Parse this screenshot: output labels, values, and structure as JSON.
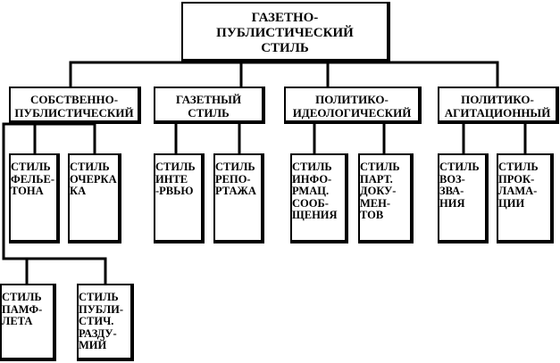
{
  "diagram": {
    "root": "ГАЗЕТНО-\nПУБЛИСТИЧЕСКИЙ\nСТИЛЬ",
    "categories": [
      "СОБСТВЕННО-\nПУБЛИСТИЧЕСКИЙ",
      "ГАЗЕТНЫЙ\nСТИЛЬ",
      "ПОЛИТИКО-\nИДЕОЛОГИЧЕСКИЙ",
      "ПОЛИТИКО-\nАГИТАЦИОННЫЙ"
    ],
    "leaves": [
      "СТИЛЬ\nФЕЛЬЕ-\nТОНА",
      "СТИЛЬ\nОЧЕРКА\nКА",
      "СТИЛЬ\nИНТЕ\n-РВЬЮ",
      "СТИЛЬ\nРЕПО-\nРТАЖА",
      "СТИЛЬ\nИНФО-\nРМАЦ.\nСООБ-\nЩЕНИЯ",
      "СТИЛЬ\nПАРТ.\nДОКУ-\nМЕН-\nТОВ",
      "СТИЛЬ\nВОЗ-\nЗВА-\nНИЯ",
      "СТИЛЬ\nПРОК-\nЛАМА-\nЦИИ",
      "СТИЛЬ\nПАМФ-\nЛЕТА",
      "СТИЛЬ\nПУБЛИ-\nСТИЧ.\nРАЗДУ-\nМИЙ"
    ]
  }
}
